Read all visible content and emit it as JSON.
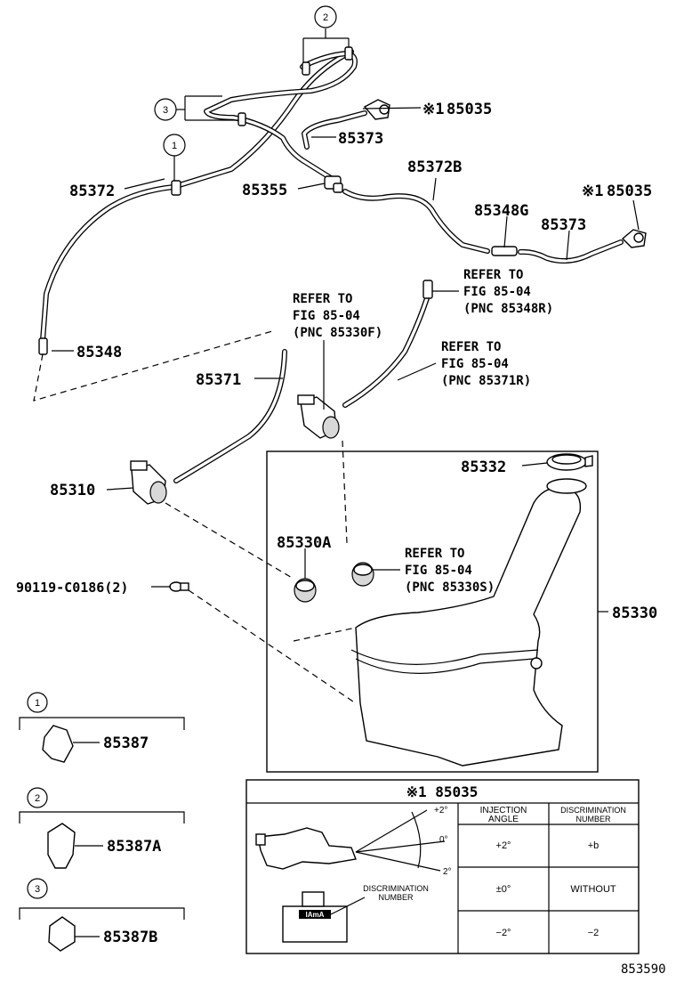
{
  "labels": {
    "p85035_top": "85035",
    "note_mark_top": "※1",
    "p85373_top": "85373",
    "p85372B": "85372B",
    "p85372": "85372",
    "p85355": "85355",
    "p85348G": "85348G",
    "note_mark_right": "※1",
    "p85035_right": "85035",
    "p85373_right": "85373",
    "p85348": "85348",
    "p85371": "85371",
    "p85310": "85310",
    "p85332": "85332",
    "p85330A": "85330A",
    "p90119": "90119-C0186(2)",
    "p85330": "85330",
    "p85387": "85387",
    "p85387A": "85387A",
    "p85387B": "85387B",
    "diagram_id": "853590"
  },
  "callouts": {
    "circle1": "1",
    "circle2": "2",
    "circle3": "3"
  },
  "refs": {
    "ref_85348R": {
      "line1": "REFER TO",
      "line2": "FIG 85-04",
      "line3": "(PNC 85348R)"
    },
    "ref_85330F": {
      "line1": "REFER TO",
      "line2": "FIG 85-04",
      "line3": "(PNC 85330F)"
    },
    "ref_85371R": {
      "line1": "REFER TO",
      "line2": "FIG 85-04",
      "line3": "(PNC 85371R)"
    },
    "ref_85330S": {
      "line1": "REFER TO",
      "line2": "FIG 85-04",
      "line3": "(PNC 85330S)"
    }
  },
  "legend": {
    "item1": "1",
    "item2": "2",
    "item3": "3"
  },
  "table": {
    "title": "※1 85035",
    "col1_header_line1": "INJECTION",
    "col1_header_line2": "ANGLE",
    "col2_header_line1": "DISCRIMINATION",
    "col2_header_line2": "NUMBER",
    "angle_top": "+2°",
    "angle_mid": "0°",
    "angle_bot": "2°",
    "discrim_label_line1": "DISCRIMINATION",
    "discrim_label_line2": "NUMBER",
    "badge_text": "IAmA",
    "rows": [
      {
        "angle": "+2°",
        "number": "+b"
      },
      {
        "angle": "±0°",
        "number": "WITHOUT"
      },
      {
        "angle": "−2°",
        "number": "−2"
      }
    ]
  }
}
